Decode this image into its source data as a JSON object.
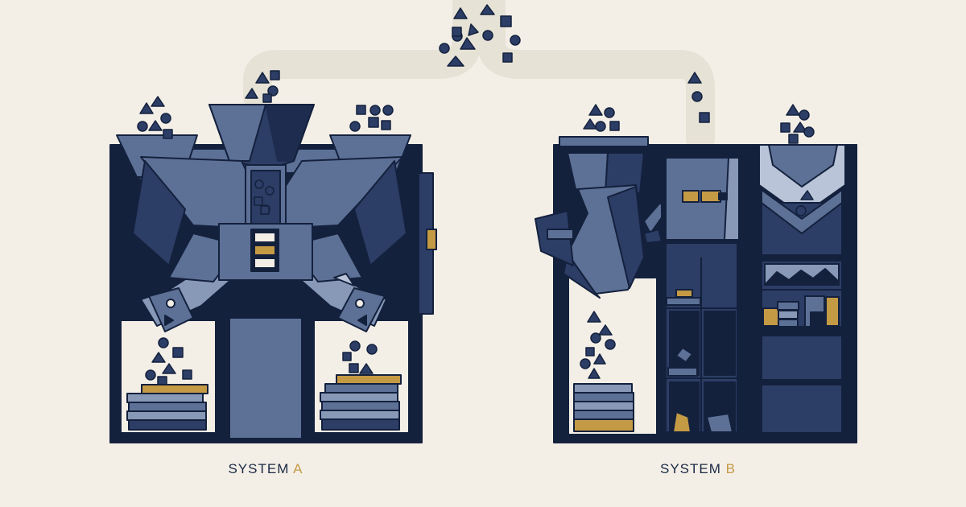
{
  "colors": {
    "background": "#f3efe7",
    "navy": "#14213d",
    "navy_mid": "#2c3d66",
    "steel": "#5d7197",
    "steel_light": "#8899b8",
    "pale": "#b9c4d8",
    "gold": "#c49a45",
    "pipe": "#e6e2d5",
    "caption": "#1b2944"
  },
  "systems": [
    {
      "name": "SYSTEM",
      "letter": "A"
    },
    {
      "name": "SYSTEM",
      "letter": "B"
    }
  ]
}
